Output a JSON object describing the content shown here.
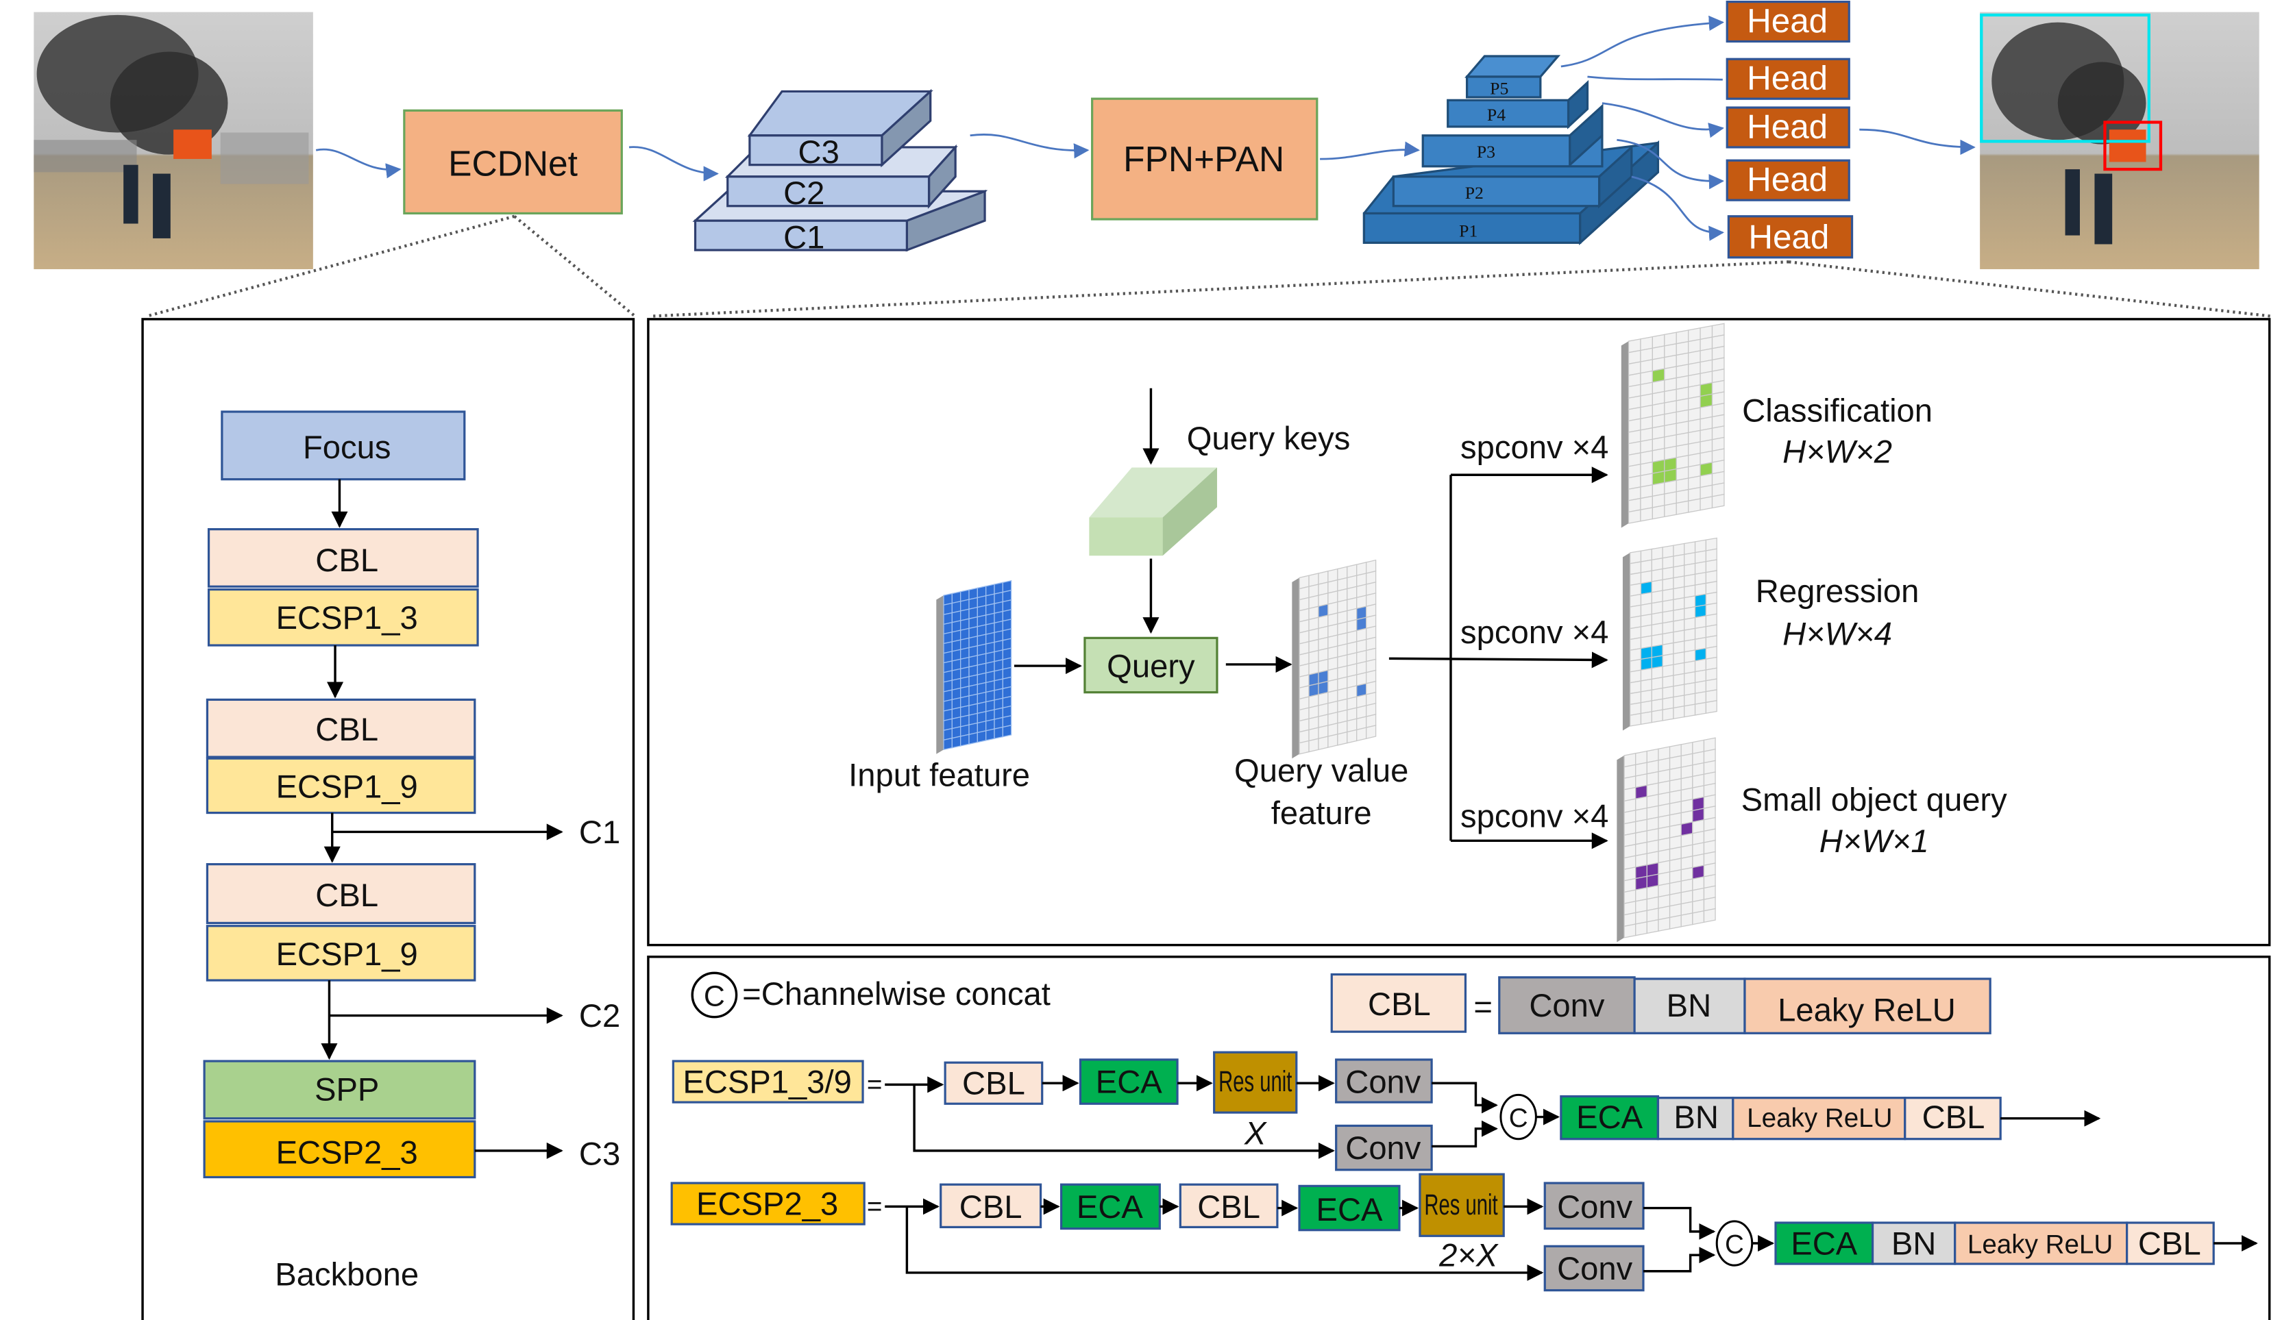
{
  "top": {
    "backbone_label": "ECDNet",
    "c_layers": [
      "C3",
      "C2",
      "C1"
    ],
    "neck_label": "FPN+PAN",
    "p_layers": [
      "P5",
      "P4",
      "P3",
      "P2",
      "P1"
    ],
    "heads": [
      "Head",
      "Head",
      "Head",
      "Head",
      "Head"
    ]
  },
  "backbone": {
    "focus": "Focus",
    "blocks": [
      {
        "cbl": "CBL",
        "ecsp": "ECSP1_3"
      },
      {
        "cbl": "CBL",
        "ecsp": "ECSP1_9"
      },
      {
        "cbl": "CBL",
        "ecsp": "ECSP1_9"
      }
    ],
    "spp": "SPP",
    "ecsp2": "ECSP2_3",
    "outputs": [
      "C1",
      "C2",
      "C3"
    ],
    "title": "Backbone"
  },
  "head_detail": {
    "query_keys": "Query keys",
    "query": "Query",
    "input_feature": "Input feature",
    "query_value_feature": [
      "Query value",
      "feature"
    ],
    "spconv": [
      "spconv ×4",
      "spconv ×4",
      "spconv ×4"
    ],
    "outputs": [
      {
        "name": "Classification",
        "shape": "H×W×2",
        "color": "#92d050"
      },
      {
        "name": "Regression",
        "shape": "H×W×4",
        "color": "#00b0f0"
      },
      {
        "name": "Small object query",
        "shape": "H×W×1",
        "color": "#7030a0"
      }
    ]
  },
  "legend": {
    "concat_symbol": "C",
    "concat_text": "=Channelwise concat",
    "cbl": "CBL",
    "equals": "=",
    "parts": [
      "Conv",
      "BN",
      "Leaky ReLU"
    ]
  },
  "ecsp1": {
    "label": "ECSP1_3/9",
    "equals": "=",
    "chain": [
      "CBL",
      "ECA",
      "Res unit"
    ],
    "repeat": "X",
    "convs": [
      "Conv",
      "Conv"
    ],
    "concat": "C",
    "tail": [
      "ECA",
      "BN",
      "Leaky ReLU",
      "CBL"
    ]
  },
  "ecsp2": {
    "label": "ECSP2_3",
    "equals": "=",
    "chain": [
      "CBL",
      "ECA",
      "CBL",
      "ECA",
      "Res unit"
    ],
    "repeat": "2×X",
    "convs": [
      "Conv",
      "Conv"
    ],
    "concat": "C",
    "tail": [
      "ECA",
      "BN",
      "Leaky ReLU",
      "CBL"
    ]
  },
  "colors": {
    "ecdnet": "#f4b183",
    "c_layers": "#b4c7e7",
    "p_layers": "#2e75b6",
    "head": "#c55a11",
    "cbl": "#fbe5d6",
    "eca": "#00b050",
    "res_unit": "#bf9000",
    "conv": "#aeaaaa",
    "bn": "#d9d9d9",
    "leaky_relu": "#f8cbad",
    "ecsp1": "#ffe699",
    "ecsp2": "#ffc000",
    "spp": "#a9d18e",
    "focus": "#b4c7e7"
  }
}
